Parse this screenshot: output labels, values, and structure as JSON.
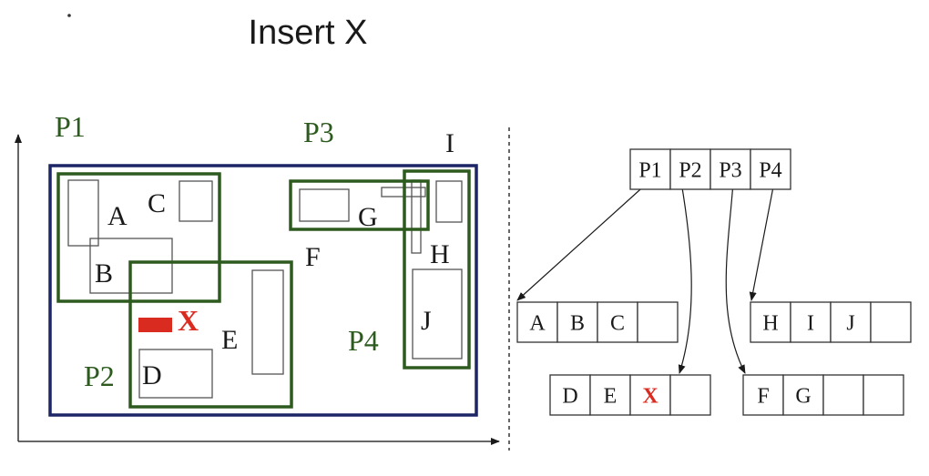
{
  "title": "Insert X",
  "colors": {
    "green": "#2d5a1e",
    "navy": "#1c2566",
    "red": "#d92b1f",
    "black": "#1a1a1a",
    "gray": "#555555"
  },
  "region_labels": {
    "p1": "P1",
    "p2": "P2",
    "p3": "P3",
    "p4": "P4"
  },
  "object_labels": {
    "a": "A",
    "b": "B",
    "c": "C",
    "d": "D",
    "e": "E",
    "f": "F",
    "g": "G",
    "h": "H",
    "i": "I",
    "j": "J"
  },
  "inserted": {
    "label": "X"
  },
  "tree": {
    "root": [
      "P1",
      "P2",
      "P3",
      "P4"
    ],
    "leaf_p1": [
      "A",
      "B",
      "C",
      ""
    ],
    "leaf_p2": [
      "D",
      "E",
      "X",
      ""
    ],
    "leaf_p3": [
      "F",
      "G",
      "",
      ""
    ],
    "leaf_p4": [
      "H",
      "I",
      "J",
      ""
    ]
  }
}
